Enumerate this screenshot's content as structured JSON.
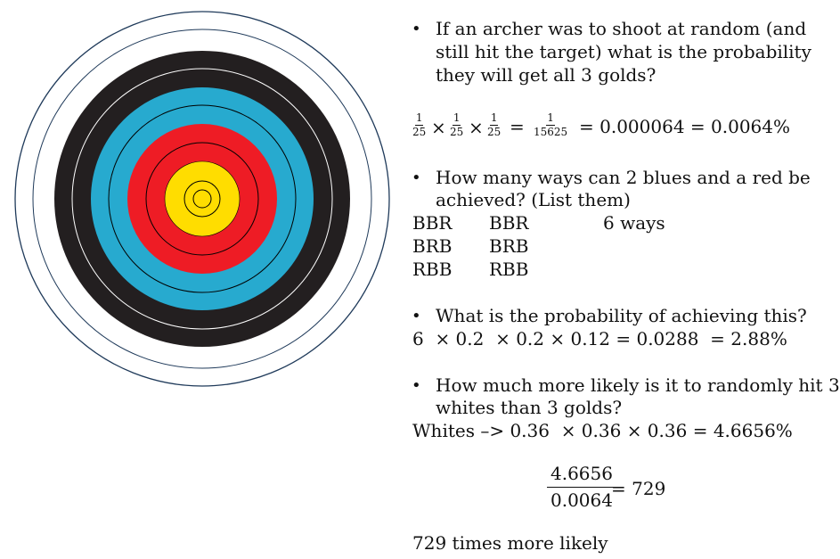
{
  "target": {
    "rings": [
      {
        "name": "outer-white",
        "color": "#ffffff"
      },
      {
        "name": "black",
        "color": "#231f20"
      },
      {
        "name": "blue",
        "color": "#27aacf"
      },
      {
        "name": "red",
        "color": "#ee1c25"
      },
      {
        "name": "gold",
        "color": "#ffdd00"
      }
    ]
  },
  "q1": {
    "bullet": "•",
    "line1": "If an archer was to shoot at random (and",
    "line2": "still hit the target) what is the probability",
    "line3": "they will get all 3 golds?",
    "frac_num": "1",
    "frac_den": "25",
    "times": "×",
    "equals": "=",
    "result_num": "1",
    "result_den": "15625",
    "result_tail": "= 0.000064 = 0.0064%"
  },
  "q2": {
    "bullet": "•",
    "line1": "How many ways can 2 blues and a red be",
    "line2": "achieved? (List them)",
    "col1": [
      "BBR",
      "BRB",
      "RBB"
    ],
    "col2": [
      "BBR",
      "BRB",
      "RBB"
    ],
    "ways": "6 ways"
  },
  "q3": {
    "bullet": "•",
    "line1": "What is the probability of achieving this?",
    "answer": "6  × 0.2  × 0.2 × 0.12 = 0.0288  = 2.88%"
  },
  "q4": {
    "bullet": "•",
    "line1": "How much more likely is it to randomly hit 3",
    "line2": "whites than 3 golds?",
    "whites": "Whites –> 0.36  × 0.36 × 0.36 = 4.6656%",
    "ratio_num": "4.6656",
    "ratio_den": "0.0064",
    "ratio_result": "= 729",
    "conclusion": "729 times more likely"
  }
}
